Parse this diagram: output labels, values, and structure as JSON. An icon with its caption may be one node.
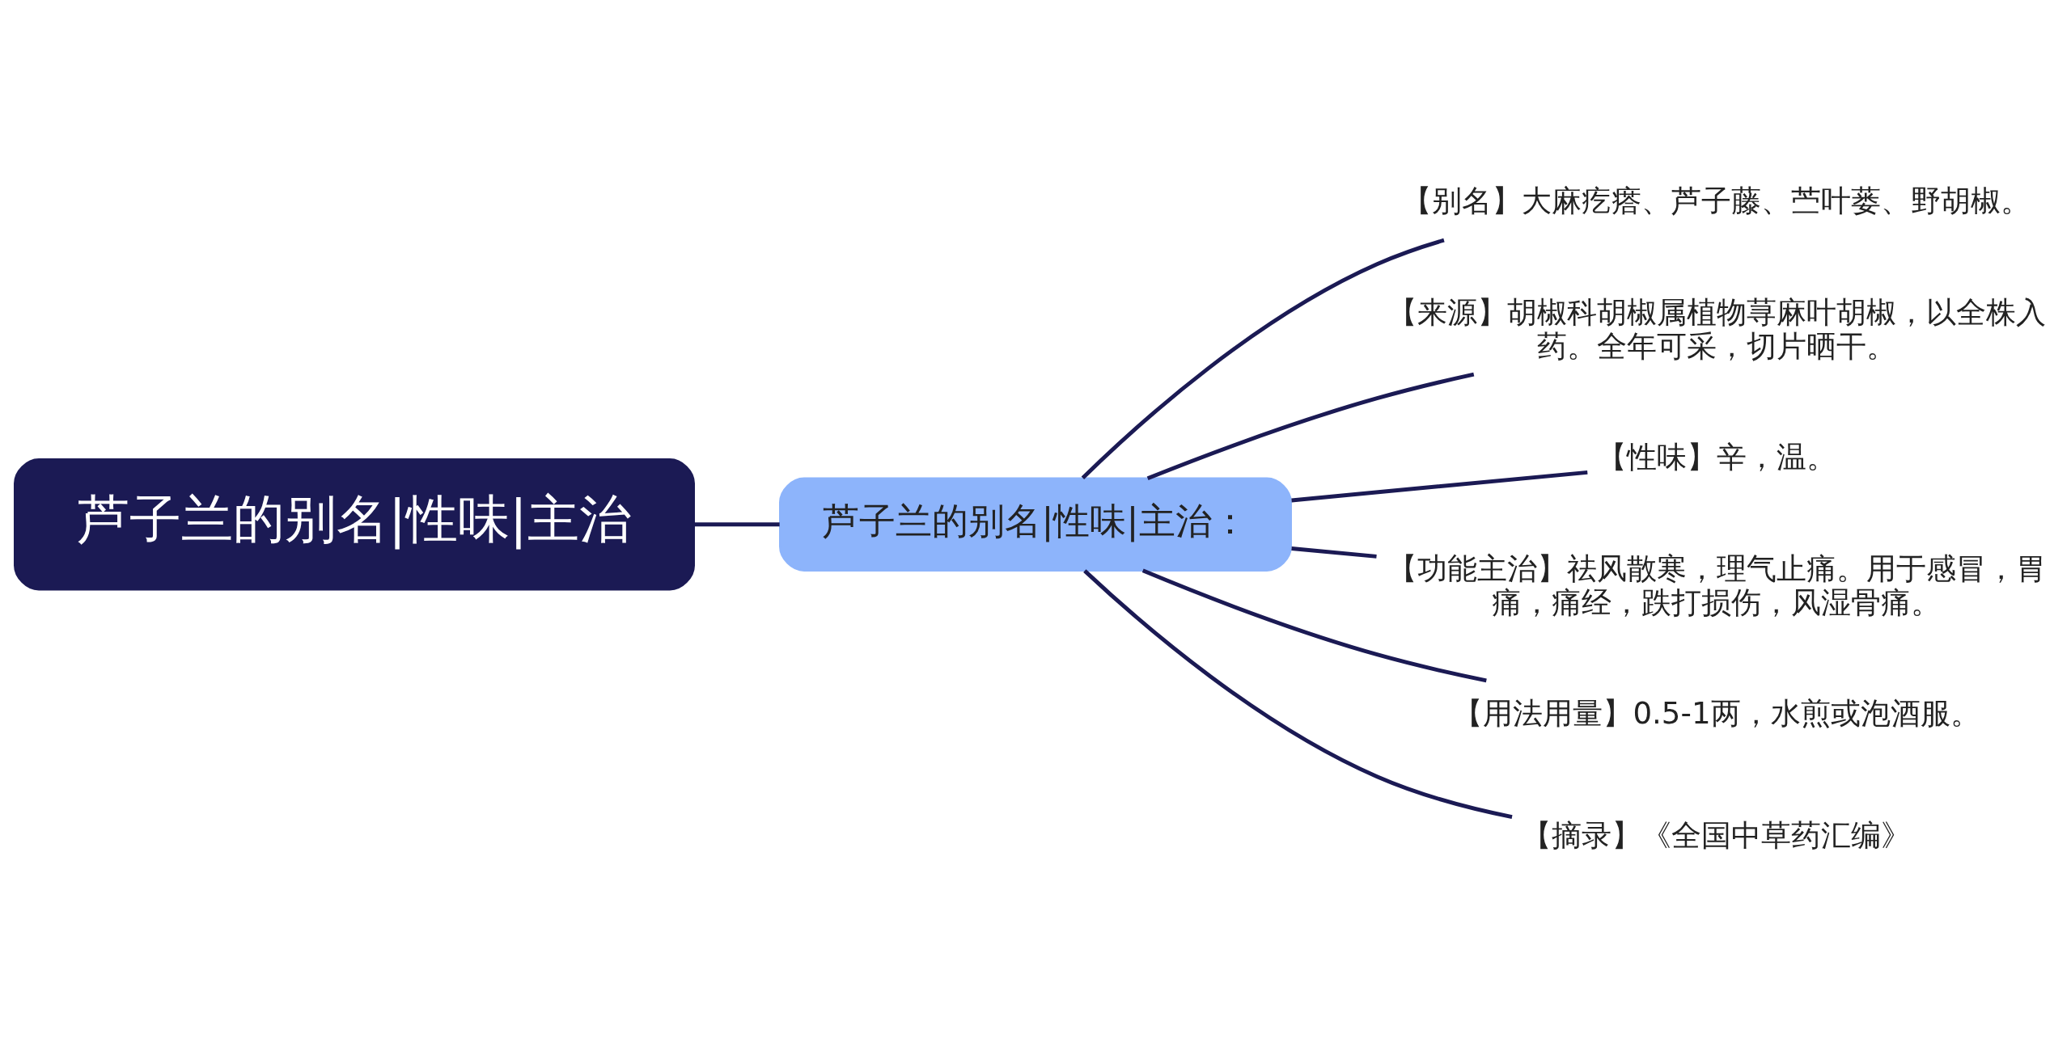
{
  "diagram": {
    "nodes": [
      {
        "text": [
          "芦子兰的别名|性味|主治"
        ]
      },
      {
        "text": [
          "芦子兰的别名|性味|主治："
        ]
      },
      {
        "text": [
          "【别名】大麻疙瘩、芦子藤、苎叶蒌、野胡椒。"
        ]
      },
      {
        "text": [
          "【来源】胡椒科胡椒属植物荨麻叶胡椒，以全株入药。全年可采，切片晒干。"
        ]
      },
      {
        "text": [
          "【性味】辛，温。"
        ]
      },
      {
        "text": [
          "【功能主治】祛风散寒，理气止痛。用于感冒，胃痛，痛经，跌打损伤，风湿骨痛。"
        ]
      },
      {
        "text": [
          "【用法用量】0.5-1两，水煎或泡酒服。"
        ]
      },
      {
        "text": [
          "【摘录】《全国中草药汇编》"
        ]
      }
    ],
    "edges": [
      {
        "from": 0,
        "to": 1,
        "arrow": "none"
      },
      {
        "from": 1,
        "to": 2,
        "arrow": "none"
      },
      {
        "from": 1,
        "to": 3,
        "arrow": "none"
      },
      {
        "from": 1,
        "to": 4,
        "arrow": "none"
      },
      {
        "from": 1,
        "to": 5,
        "arrow": "none"
      },
      {
        "from": 1,
        "to": 6,
        "arrow": "none"
      },
      {
        "from": 1,
        "to": 7,
        "arrow": "none"
      }
    ]
  }
}
